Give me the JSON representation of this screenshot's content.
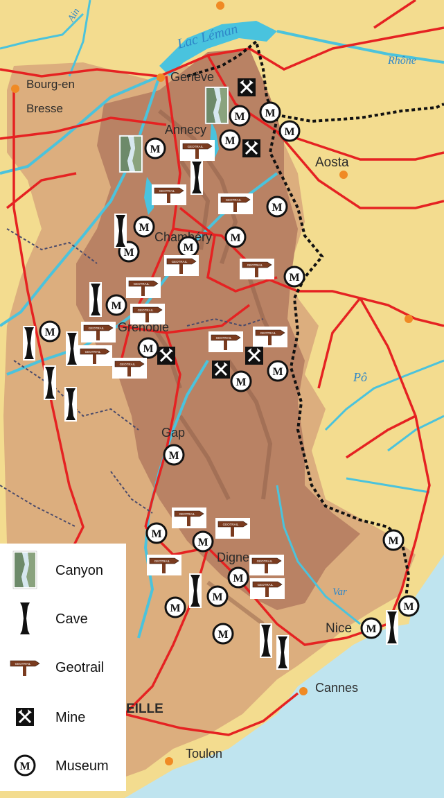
{
  "places": {
    "bourg": "Bourg-en",
    "bresse": "Bresse",
    "geneve": "Genève",
    "annecy": "Annecy",
    "chambery": "Chambéry",
    "grenoble": "Grenoble",
    "gap": "Gap",
    "digne": "Digne",
    "nice": "Nice",
    "cannes": "Cannes",
    "marseille_fragment": "EILLE",
    "toulon": "Toulon",
    "aosta": "Aosta"
  },
  "water": {
    "lac_leman": "Lac Léman",
    "rhone": "Rhône",
    "po": "Pô",
    "var": "Var",
    "ain_fragment": "Ain"
  },
  "marker_text": {
    "museum_letter": "M",
    "geotrail_sign": "GEOTRAIL"
  },
  "legend": {
    "items": [
      {
        "icon": "canyon-icon",
        "label": "Canyon"
      },
      {
        "icon": "cave-icon",
        "label": "Cave"
      },
      {
        "icon": "geotrail-icon",
        "label": "Geotrail"
      },
      {
        "icon": "mine-icon",
        "label": "Mine"
      },
      {
        "icon": "museum-icon",
        "label": "Museum"
      }
    ]
  },
  "colors": {
    "sea": "#bfe4ef",
    "lowland": "#f3dc8f",
    "foothills": "#d9a978",
    "mountains": "#b98264",
    "roads": "#e52222",
    "rivers": "#4bc3dc",
    "border": "#111111",
    "city": "#f08a24"
  }
}
